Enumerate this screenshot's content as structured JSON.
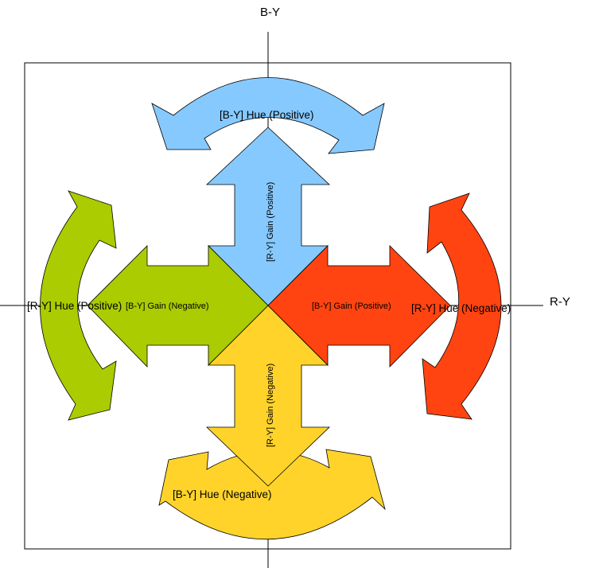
{
  "axes": {
    "vertical_label": "B-Y",
    "horizontal_label": "R-Y"
  },
  "colors": {
    "blue": "#86c9ff",
    "green": "#aacc00",
    "red": "#ff4411",
    "yellow": "#ffd32a"
  },
  "hue_arcs": {
    "top": "[B-Y] Hue (Positive)",
    "bottom": "[B-Y] Hue (Negative)",
    "left": "[R-Y] Hue (Positive)",
    "right": "[R-Y] Hue (Negative)"
  },
  "gain_arrows": {
    "up": "[R-Y] Gain (Positive)",
    "down": "[R-Y] Gain (Negative)",
    "left": "[B-Y] Gain (Negative)",
    "right": "[B-Y] Gain (Positive)"
  }
}
